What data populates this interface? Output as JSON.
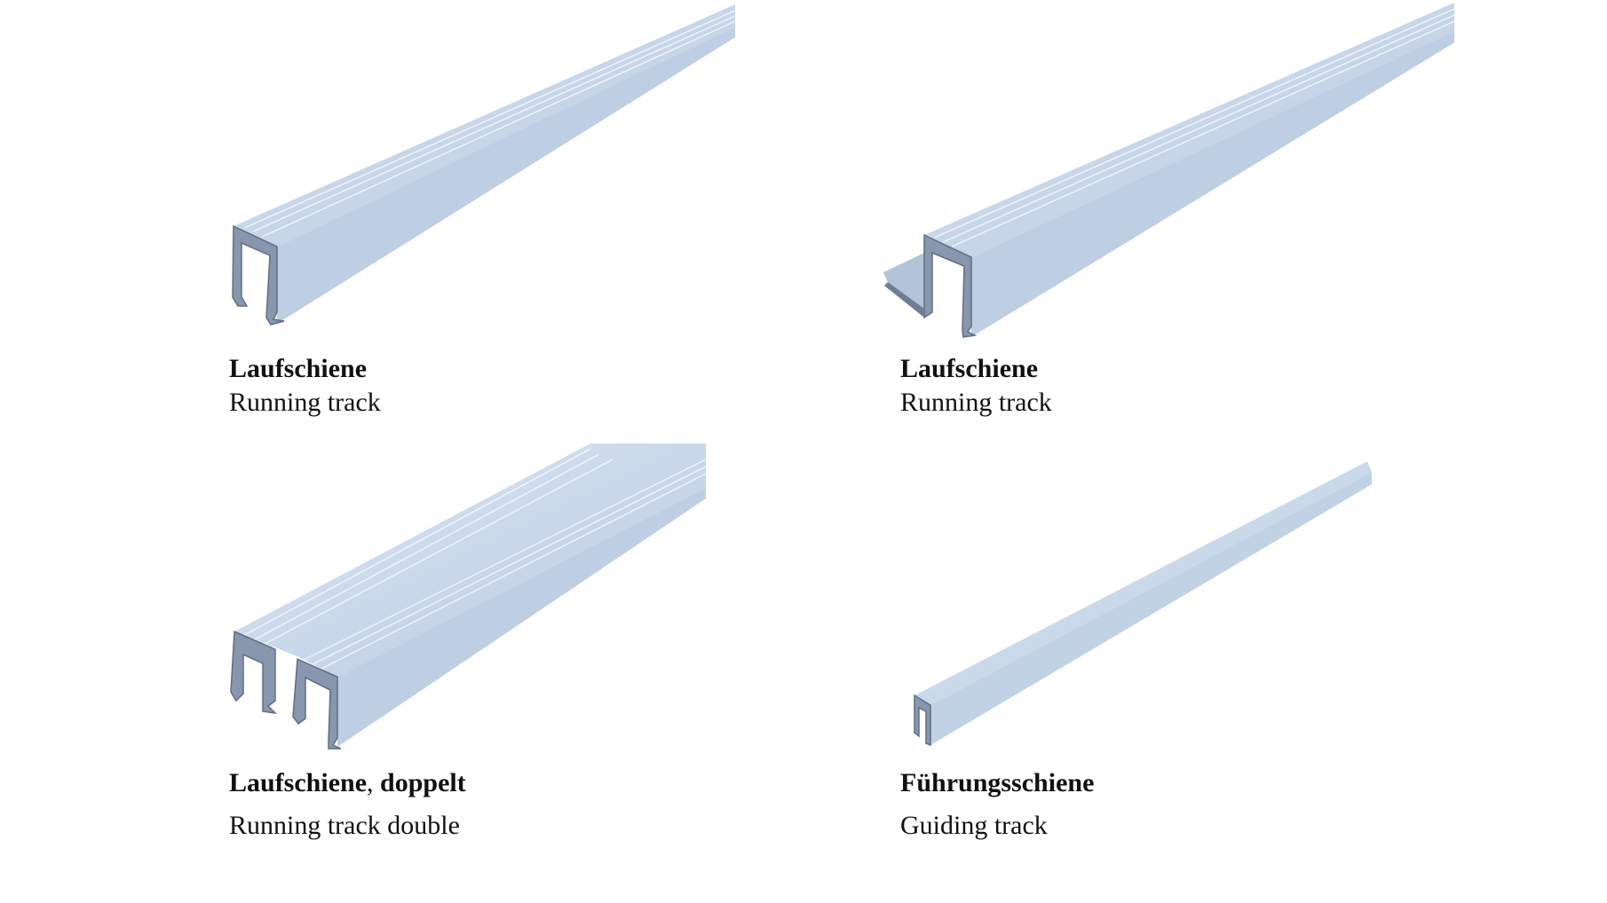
{
  "items": [
    {
      "title": "Laufschiene",
      "subtitle": "Running track"
    },
    {
      "title": "Laufschiene",
      "subtitle": "Running track"
    },
    {
      "title_main": "Laufschiene",
      "title_sep": ",",
      "title_extra": "doppelt",
      "subtitle": "Running track double"
    },
    {
      "title": "Führungsschiene",
      "subtitle": "Guiding track"
    }
  ],
  "colors": {
    "rail_top": "#cfdceb",
    "rail_side": "#bccce0",
    "rail_edge": "#7f8fa5",
    "rail_dark": "#5f6e84",
    "rail_highlight": "#e6eef7"
  }
}
